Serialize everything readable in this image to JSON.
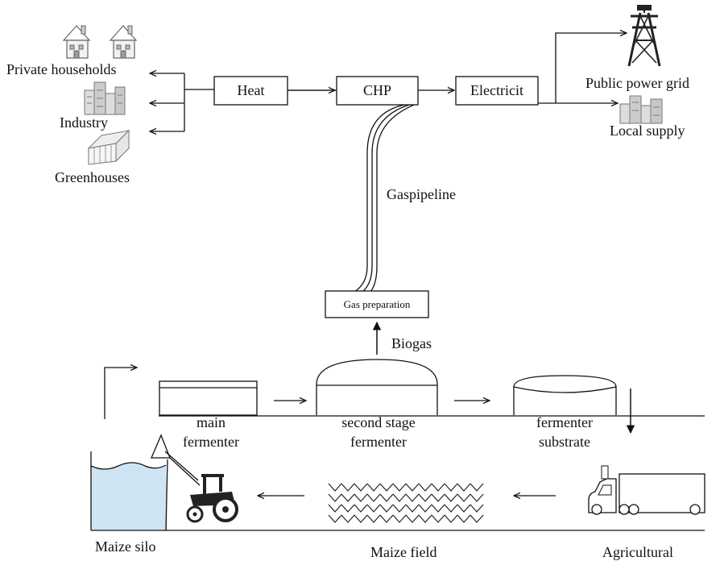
{
  "consumers": {
    "private_households": "Private households",
    "industry": "Industry",
    "greenhouses": "Greenhouses"
  },
  "boxes": {
    "heat": "Heat",
    "chp": "CHP",
    "electricity": "Electricit",
    "gas_preparation": "Gas preparation"
  },
  "outputs": {
    "public_power_grid": "Public power grid",
    "local_supply": "Local supply"
  },
  "pipeline": {
    "label": "Gaspipeline"
  },
  "biogas": {
    "label": "Biogas"
  },
  "fermenters": {
    "main_line1": "main",
    "main_line2": "fermenter",
    "second_line1": "second stage",
    "second_line2": "fermenter",
    "substrate_line1": "fermenter",
    "substrate_line2": "substrate"
  },
  "ground": {
    "maize_silo": "Maize silo",
    "maize_field": "Maize field",
    "agricultural": "Agricultural"
  },
  "icons": {
    "house": "house-icon",
    "factory": "factory-icon",
    "greenhouse": "greenhouse-icon",
    "tower": "power-tower-icon",
    "tractor": "tractor-icon",
    "truck": "truck-icon"
  },
  "colors": {
    "silo_fill": "#cfe4f2",
    "line": "#111111"
  }
}
